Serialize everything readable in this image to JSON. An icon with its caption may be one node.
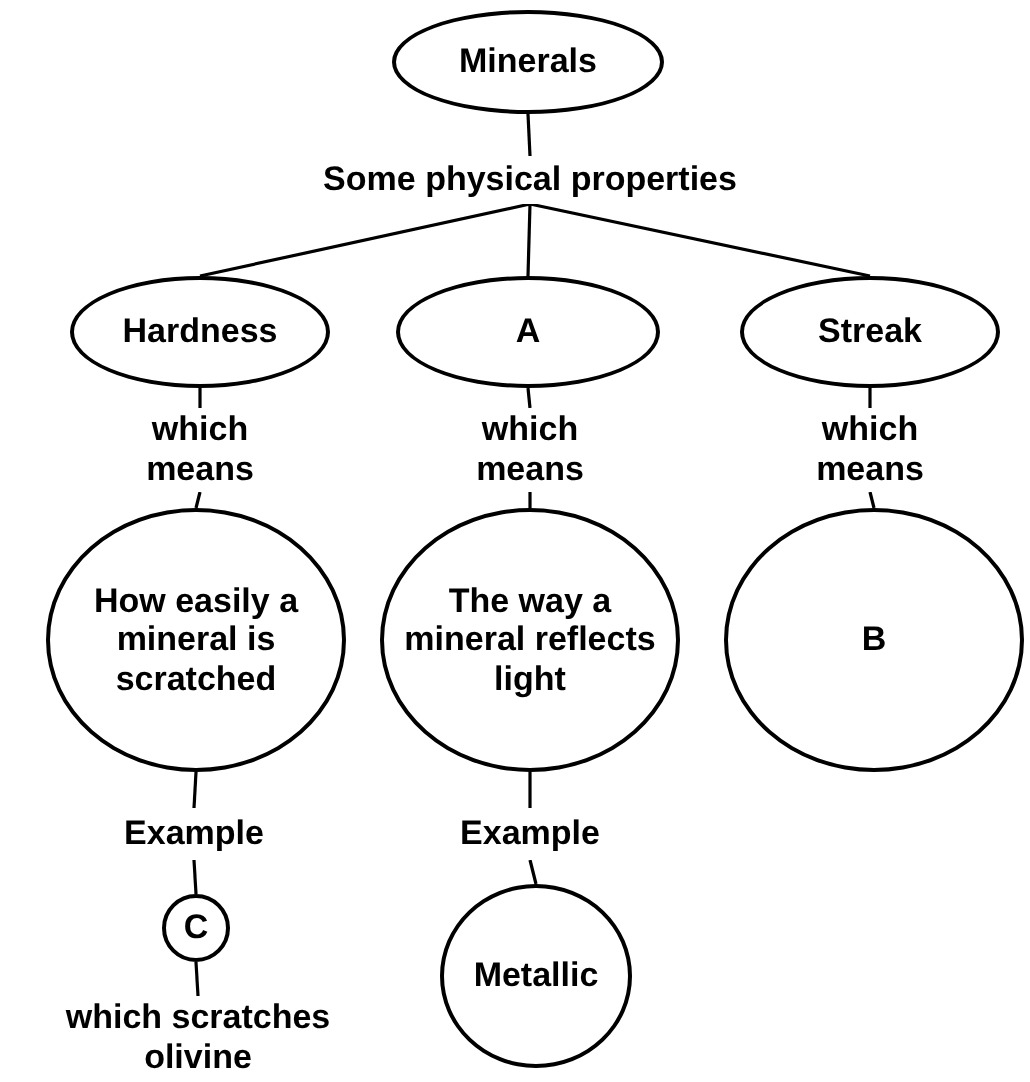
{
  "diagram": {
    "nodes": [
      {
        "text": [
          "Minerals"
        ]
      },
      {
        "text": [
          "Some physical properties"
        ]
      },
      {
        "text": [
          "Hardness"
        ]
      },
      {
        "text": [
          "A"
        ]
      },
      {
        "text": [
          "Streak"
        ]
      },
      {
        "text": [
          "which means"
        ]
      },
      {
        "text": [
          "which means"
        ]
      },
      {
        "text": [
          "which means"
        ]
      },
      {
        "text": [
          "How easily a mineral is scratched"
        ]
      },
      {
        "text": [
          "The way a mineral reflects light"
        ]
      },
      {
        "text": [
          "B"
        ]
      },
      {
        "text": [
          "Example"
        ]
      },
      {
        "text": [
          "Example"
        ]
      },
      {
        "text": [
          "C"
        ]
      },
      {
        "text": [
          "Metallic"
        ]
      },
      {
        "text": [
          "which scratches olivine"
        ]
      }
    ],
    "edges": [
      {
        "from": 0,
        "to": 1,
        "arrow": "none"
      },
      {
        "from": 1,
        "to": 2,
        "arrow": "none"
      },
      {
        "from": 1,
        "to": 3,
        "arrow": "none"
      },
      {
        "from": 1,
        "to": 4,
        "arrow": "none"
      },
      {
        "from": 2,
        "to": 5,
        "arrow": "none"
      },
      {
        "from": 3,
        "to": 6,
        "arrow": "none"
      },
      {
        "from": 4,
        "to": 7,
        "arrow": "none"
      },
      {
        "from": 5,
        "to": 8,
        "arrow": "none"
      },
      {
        "from": 6,
        "to": 9,
        "arrow": "none"
      },
      {
        "from": 7,
        "to": 10,
        "arrow": "none"
      },
      {
        "from": 8,
        "to": 11,
        "arrow": "none"
      },
      {
        "from": 9,
        "to": 12,
        "arrow": "none"
      },
      {
        "from": 11,
        "to": 13,
        "arrow": "none"
      },
      {
        "from": 12,
        "to": 14,
        "arrow": "none"
      },
      {
        "from": 13,
        "to": 15,
        "arrow": "none"
      }
    ]
  }
}
